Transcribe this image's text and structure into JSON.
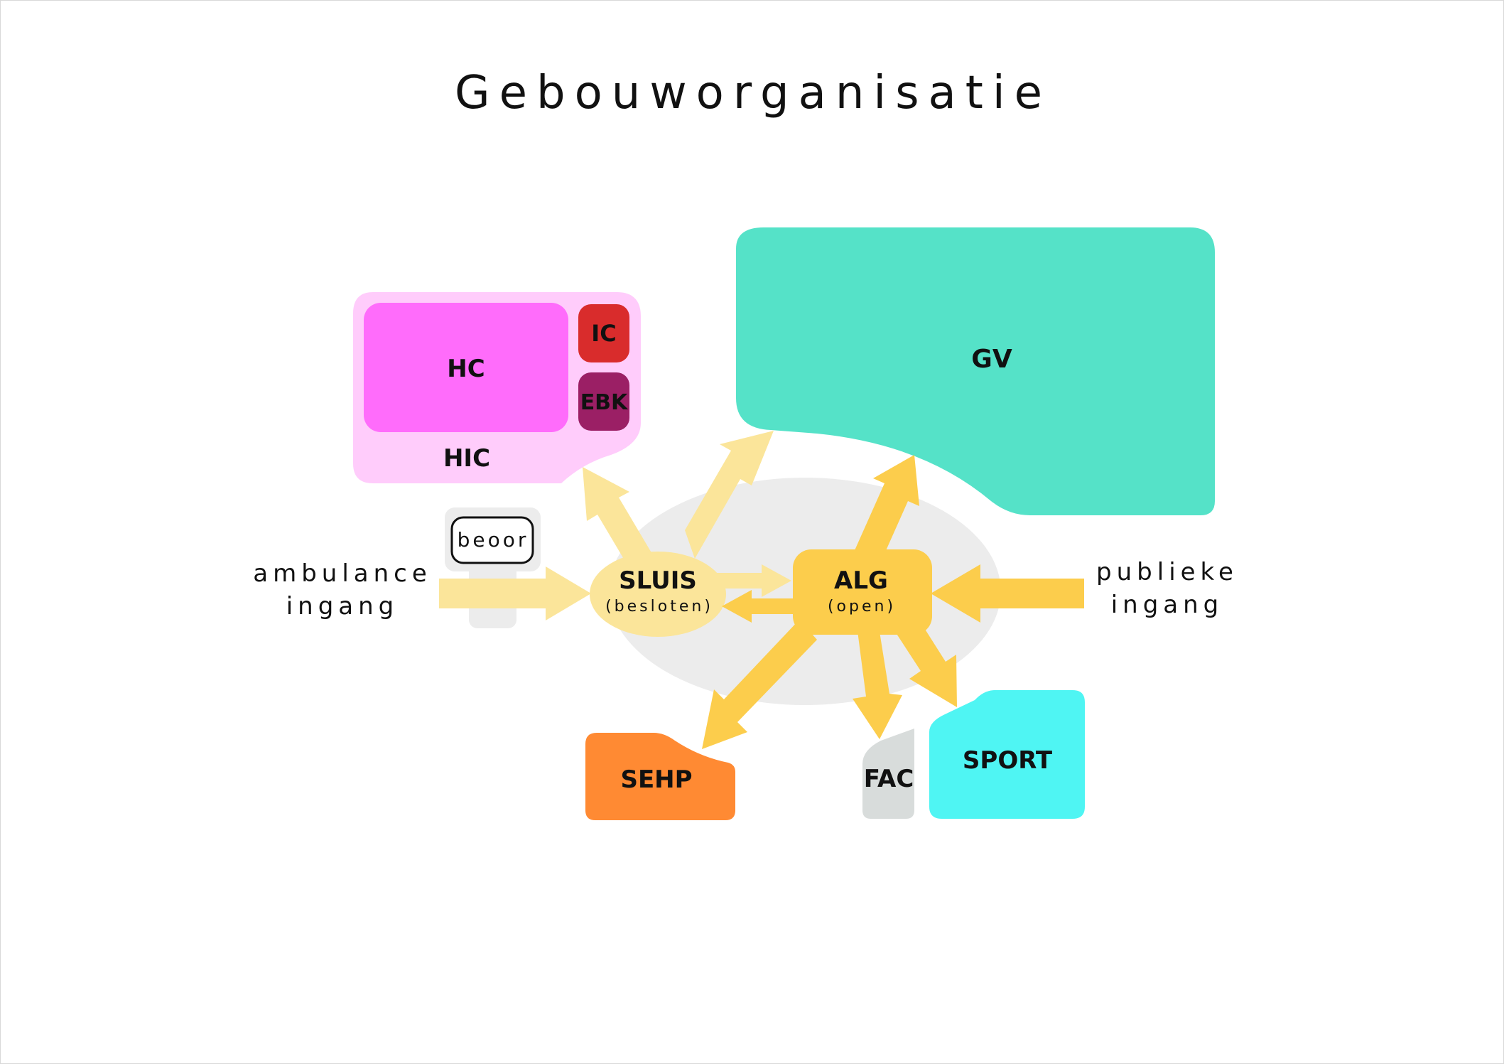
{
  "title": "Gebouworganisatie",
  "entrances": {
    "ambulance_line1": "ambulance",
    "ambulance_line2": "ingang",
    "public_line1": "publieke",
    "public_line2": "ingang"
  },
  "nodes": {
    "hic": "HIC",
    "hc": "HC",
    "ic": "IC",
    "ebk": "EBK",
    "gv": "GV",
    "beoor": "beoor",
    "sluis": "SLUIS",
    "sluis_sub": "(besloten)",
    "alg": "ALG",
    "alg_sub": "(open)",
    "sehp": "SEHP",
    "fac": "FAC",
    "sport": "SPORT"
  },
  "colors": {
    "hic": "#ffccfb",
    "hc": "#ff6cfb",
    "ic": "#d92c2c",
    "ebk": "#9b1f65",
    "gv": "#55e2c8",
    "sluis": "#fbe59a",
    "alg": "#fccd4c",
    "sehp": "#ff8a33",
    "fac": "#d8dcdb",
    "sport": "#4ff5f3",
    "hub_zone": "#ececec"
  }
}
